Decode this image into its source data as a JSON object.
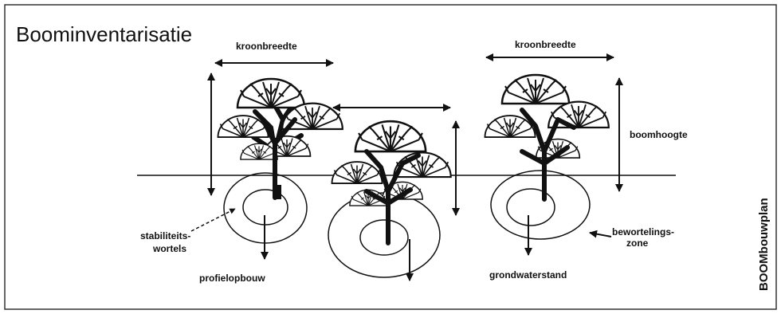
{
  "title": "Boominventarisatie",
  "side_label": "BOOMbouwplan",
  "labels": {
    "crown_width_1": "kroonbreedte",
    "crown_width_2": "kroonbreedte",
    "tree_height": "boomhoogte",
    "stability_roots_1": "stabiliteits-",
    "stability_roots_2": "wortels",
    "rooting_zone_1": "bewortelings-",
    "rooting_zone_2": "zone",
    "soil_profile": "profielopbouw",
    "groundwater": "grondwaterstand"
  },
  "colors": {
    "ink": "#111111",
    "frame": "#333333",
    "background": "#ffffff"
  }
}
